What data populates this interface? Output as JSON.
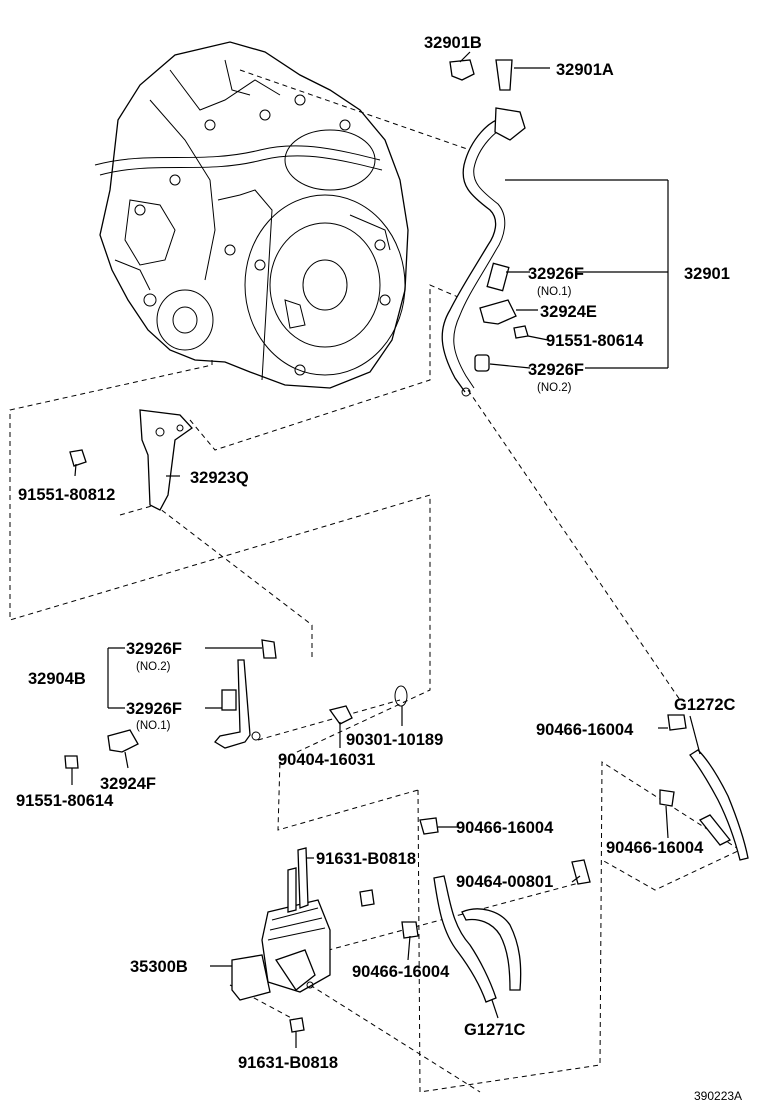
{
  "diagram_code": "390223A",
  "parts": {
    "p32901B": "32901B",
    "p32901A": "32901A",
    "p32926F_top1": "32926F",
    "p32926F_top1_sub": "(NO.1)",
    "p32901": "32901",
    "p32924E": "32924E",
    "p91551_80614_top": "91551-80614",
    "p32926F_top2": "32926F",
    "p32926F_top2_sub": "(NO.2)",
    "p91551_80812": "91551-80812",
    "p32923Q": "32923Q",
    "p32926F_mid2": "32926F",
    "p32926F_mid2_sub": "(NO.2)",
    "p32904B": "32904B",
    "p32926F_mid1": "32926F",
    "p32926F_mid1_sub": "(NO.1)",
    "p91551_80614_mid": "91551-80614",
    "p32924F": "32924F",
    "p90404_16031": "90404-16031",
    "p90301_10189": "90301-10189",
    "pG1272C": "G1272C",
    "p90466_16004_a": "90466-16004",
    "p90466_16004_b": "90466-16004",
    "p90466_16004_c": "90466-16004",
    "p90466_16004_d": "90466-16004",
    "p91631_B0818_a": "91631-B0818",
    "p90464_00801": "90464-00801",
    "p35300B": "35300B",
    "pG1271C": "G1271C",
    "p91631_B0818_b": "91631-B0818"
  }
}
